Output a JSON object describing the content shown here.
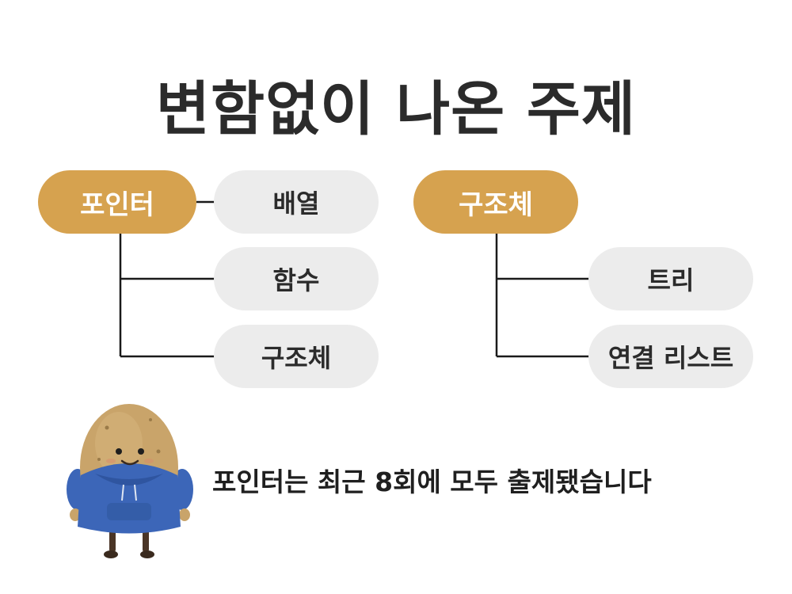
{
  "title": "변함없이 나온 주제",
  "groups": [
    {
      "label": "포인터",
      "children": [
        "배열",
        "함수",
        "구조체"
      ]
    },
    {
      "label": "구조체",
      "children": [
        "트리",
        "연결 리스트"
      ]
    }
  ],
  "caption": "포인터는 최근 8회에 모두 출제됐습니다",
  "colors": {
    "main_pill": "#d6a24f",
    "sub_pill": "#ececec",
    "text_dark": "#2b2b2b",
    "connector": "#1a1a1a"
  },
  "mascot": {
    "icon": "potato-character-in-blue-hoodie"
  }
}
